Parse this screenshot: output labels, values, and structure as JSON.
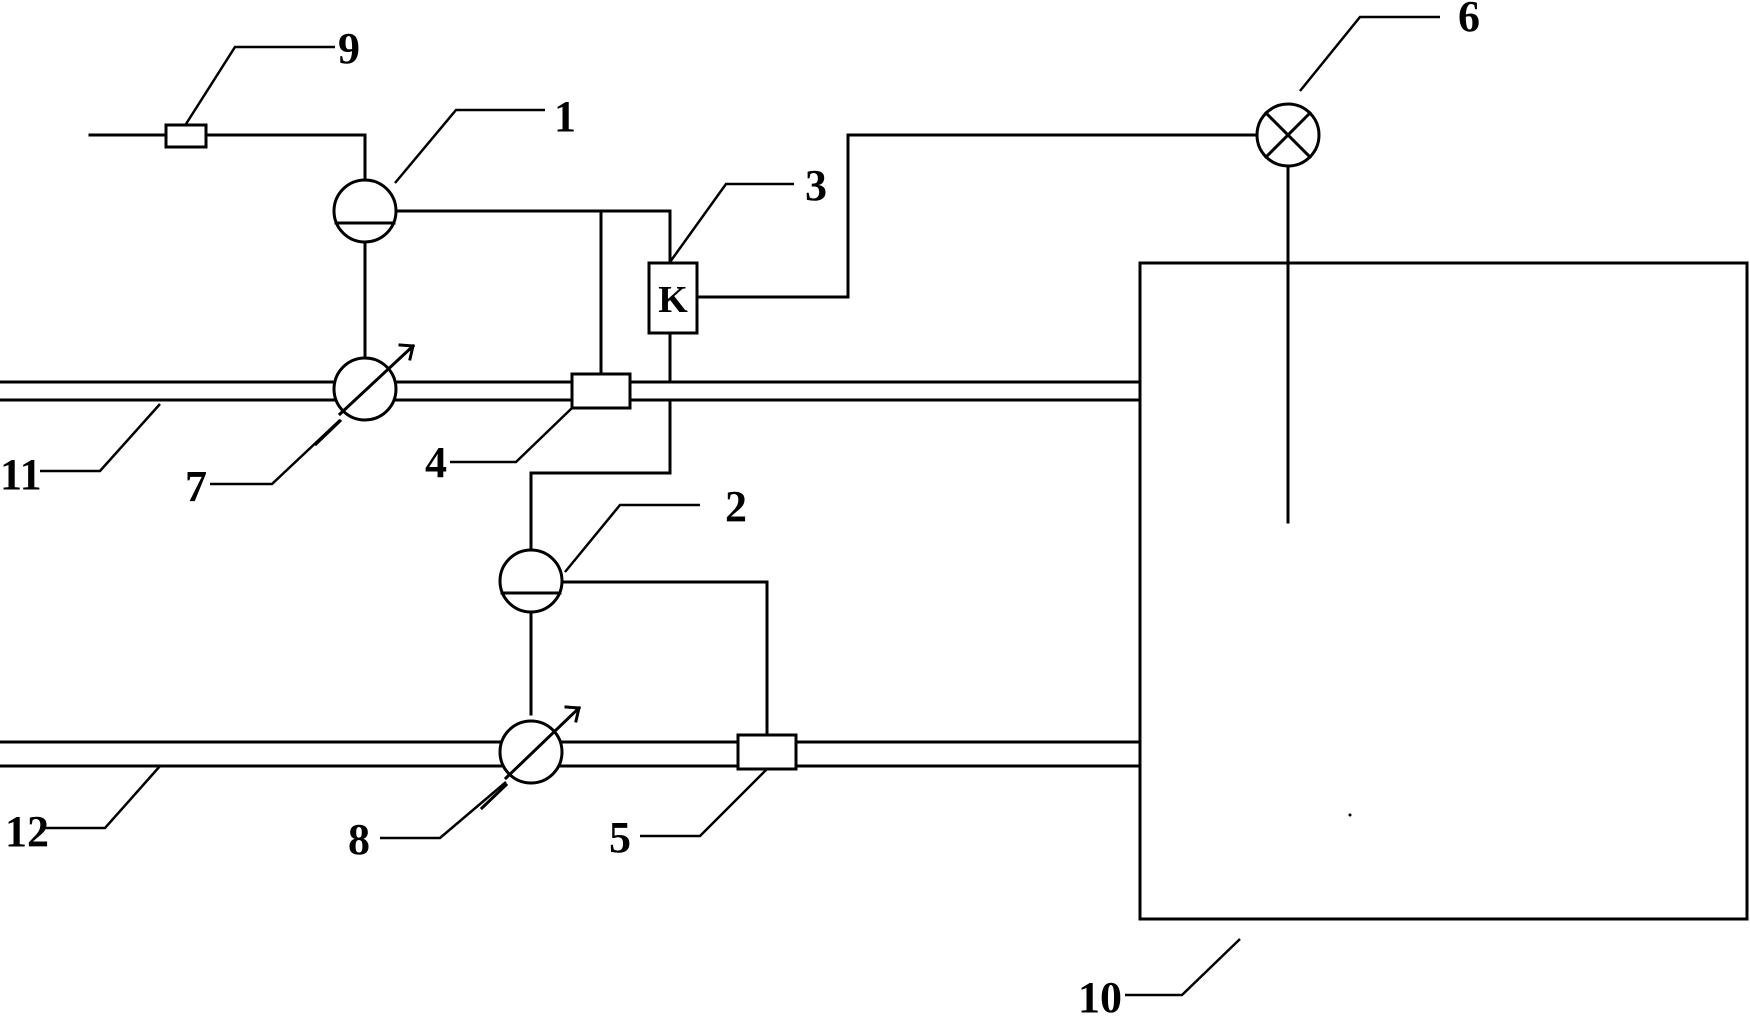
{
  "labels": {
    "l1": "1",
    "l2": "2",
    "l3": "3",
    "l4": "4",
    "l5": "5",
    "l6": "6",
    "l7": "7",
    "l8": "8",
    "l9": "9",
    "l10": "10",
    "l11": "11",
    "l12": "12"
  },
  "controller_text": "K"
}
